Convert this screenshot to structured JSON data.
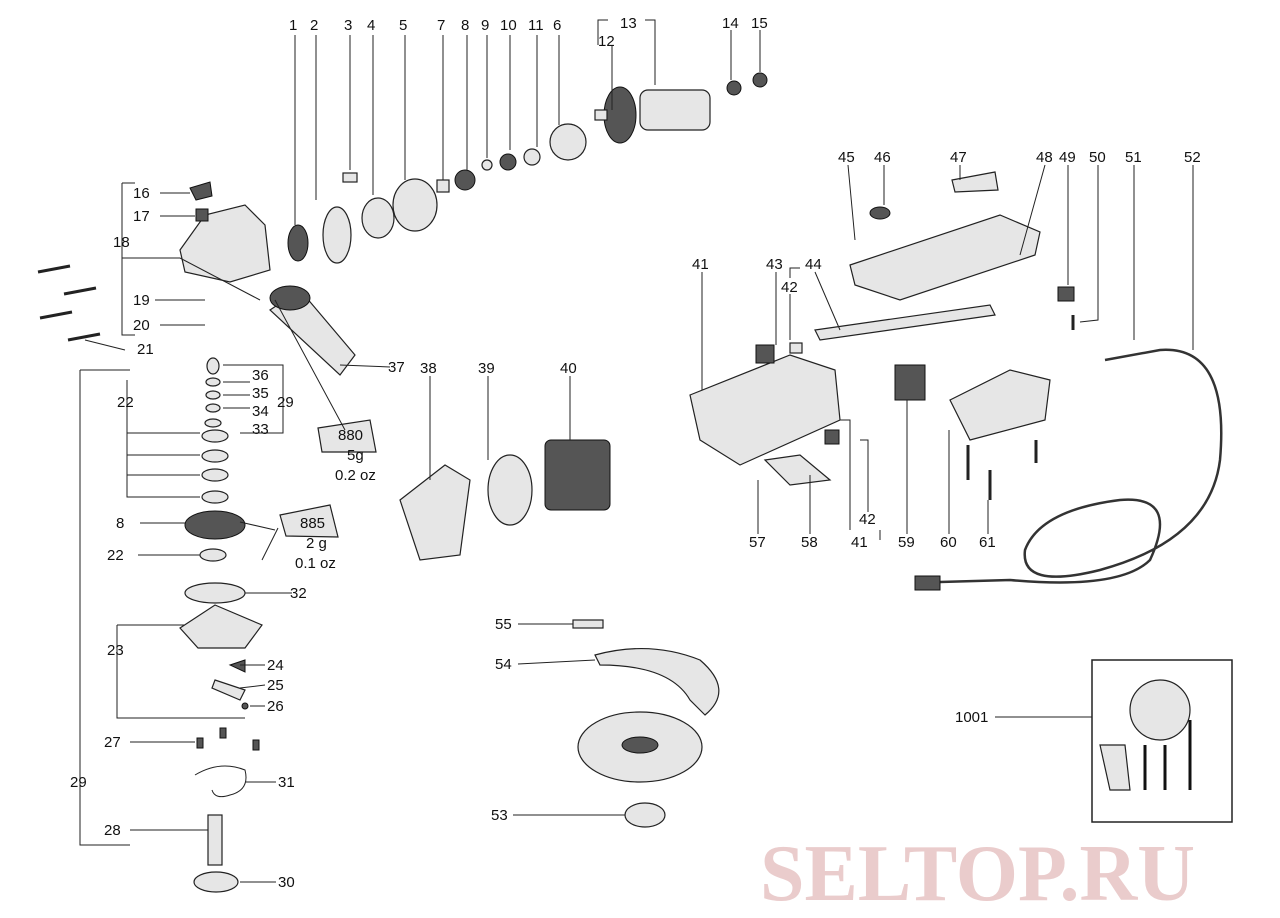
{
  "diagram": {
    "watermark": "SELTOP.RU",
    "part_numbers": [
      "1",
      "2",
      "3",
      "4",
      "5",
      "7",
      "8",
      "9",
      "10",
      "11",
      "6",
      "13",
      "12",
      "14",
      "15",
      "45",
      "46",
      "47",
      "48",
      "49",
      "50",
      "51",
      "52",
      "16",
      "17",
      "18",
      "19",
      "20",
      "21",
      "43",
      "44",
      "42",
      "41",
      "38",
      "39",
      "40",
      "37",
      "36",
      "35",
      "34",
      "33",
      "29",
      "22",
      "8",
      "22",
      "32",
      "57",
      "58",
      "42",
      "41",
      "59",
      "60",
      "61",
      "23",
      "24",
      "25",
      "26",
      "27",
      "31",
      "29",
      "28",
      "30",
      "55",
      "54",
      "53",
      "1001"
    ],
    "grease_labels": [
      {
        "code": "880",
        "weight_g": "5g",
        "weight_oz": "0.2 oz"
      },
      {
        "code": "885",
        "weight_g": "2 g",
        "weight_oz": "0.1 oz"
      }
    ]
  }
}
